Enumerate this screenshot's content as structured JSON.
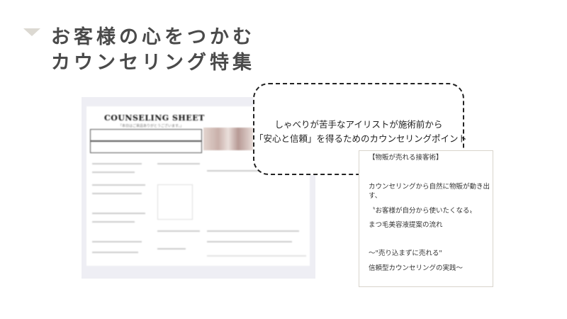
{
  "header": {
    "title_line1": "お客様の心をつかむ",
    "title_line2": "カウンセリング特集",
    "marker_icon": "triangle-down-icon"
  },
  "sheet_image": {
    "title": "COUNSELING SHEET",
    "subtitle": "「本日はご来店ありがとうございます。」"
  },
  "callout": {
    "line1": "しゃべりが苦手なアイリストが施術前から",
    "line2": "「安心と信頼」を得るためのカウンセリングポイント"
  },
  "note": {
    "heading": "【物販が売れる接客術】",
    "lines": [
      "カウンセリングから自然に物販が動き出",
      "す、",
      "〝お客様が自分から使いたくなる〟",
      "まつ毛美容液提案の流れ",
      "〜\"売り込まずに売れる\"",
      "信頼型カウンセリングの実践〜"
    ]
  },
  "colors": {
    "title": "#4a4a4a",
    "marker": "#dcd9d2",
    "sheet_bg": "#eeeef4",
    "note_border": "#d8d4cc"
  }
}
